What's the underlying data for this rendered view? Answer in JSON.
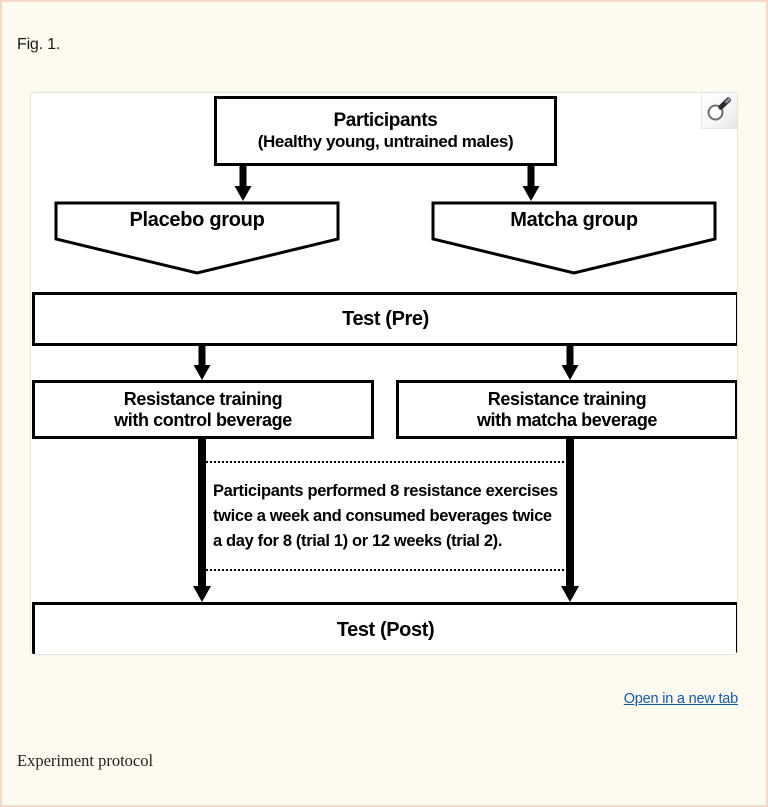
{
  "page": {
    "fig_label": "Fig. 1.",
    "caption": "Experiment protocol",
    "open_in_new_tab": "Open in a new tab",
    "background_color": "#fdfbef",
    "frame_border_color": "#f3d9c6",
    "link_color": "#1457b0"
  },
  "figure": {
    "zoom_icon_name": "magnifier-icon",
    "border_color": "#e2e2e2",
    "node_border_color": "#000000"
  },
  "chart_data": {
    "type": "diagram",
    "title": "Experiment protocol",
    "nodes": [
      {
        "id": "participants",
        "shape": "rect",
        "title": "Participants",
        "subtitle": "(Healthy young, untrained males)"
      },
      {
        "id": "placebo",
        "shape": "pentagon",
        "title": "Placebo group"
      },
      {
        "id": "matcha",
        "shape": "pentagon",
        "title": "Matcha group"
      },
      {
        "id": "test_pre",
        "shape": "rect",
        "title": "Test (Pre)"
      },
      {
        "id": "rt_control",
        "shape": "rect",
        "title": "Resistance training\nwith control beverage",
        "line1": "Resistance training",
        "line2": "with control beverage"
      },
      {
        "id": "rt_matcha",
        "shape": "rect",
        "title": "Resistance training\nwith matcha beverage",
        "line1": "Resistance training",
        "line2": "with matcha beverage"
      },
      {
        "id": "note",
        "shape": "dotted-box",
        "text": "Participants performed 8 resistance exercises twice a week and consumed beverages twice a day for 8 (trial 1) or 12 weeks (trial 2)."
      },
      {
        "id": "test_post",
        "shape": "rect",
        "title": "Test (Post)"
      }
    ],
    "edges": [
      {
        "from": "participants",
        "to": "placebo",
        "style": "arrow-down"
      },
      {
        "from": "participants",
        "to": "matcha",
        "style": "arrow-down"
      },
      {
        "from": "placebo",
        "to": "test_pre",
        "style": "funnel"
      },
      {
        "from": "matcha",
        "to": "test_pre",
        "style": "funnel"
      },
      {
        "from": "test_pre",
        "to": "rt_control",
        "style": "arrow-down"
      },
      {
        "from": "test_pre",
        "to": "rt_matcha",
        "style": "arrow-down"
      },
      {
        "from": "rt_control",
        "to": "test_post",
        "style": "long-arrow-down"
      },
      {
        "from": "rt_matcha",
        "to": "test_post",
        "style": "long-arrow-down"
      }
    ]
  },
  "nodes": {
    "participants": {
      "title": "Participants",
      "subtitle": "(Healthy young, untrained males)"
    },
    "placebo": {
      "title": "Placebo group"
    },
    "matcha": {
      "title": "Matcha group"
    },
    "test_pre": {
      "title": "Test (Pre)"
    },
    "rt_control": {
      "line1": "Resistance training",
      "line2": "with control beverage"
    },
    "rt_matcha": {
      "line1": "Resistance training",
      "line2": "with matcha beverage"
    },
    "note": {
      "text": "Participants performed 8 resistance exercises twice a week and consumed beverages twice a day for 8 (trial 1) or 12 weeks (trial 2)."
    },
    "test_post": {
      "title": "Test (Post)"
    }
  }
}
